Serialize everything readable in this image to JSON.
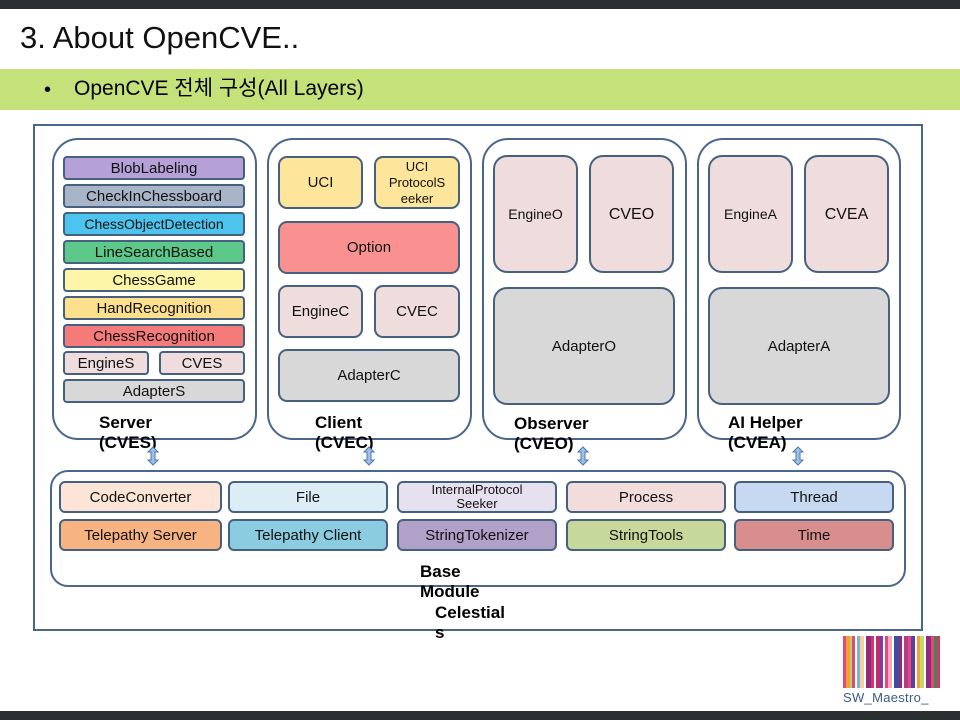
{
  "slide": {
    "title": "3. About OpenCVE..",
    "subtitle_bullet": "•",
    "subtitle": "OpenCVE 전체 구성(All Layers)"
  },
  "groups": {
    "server": {
      "label": "Server\n(CVES)",
      "label_line1": "Server",
      "label_line2": "(CVES)",
      "modules": [
        {
          "name": "BlobLabeling",
          "color": "#b5a0d8"
        },
        {
          "name": "CheckInChessboard",
          "color": "#a8b4c8"
        },
        {
          "name": "ChessObjectDetection",
          "color": "#4cc4ee"
        },
        {
          "name": "LineSearchBased",
          "color": "#5cc98a"
        },
        {
          "name": "ChessGame",
          "color": "#fdf6a8"
        },
        {
          "name": "HandRecognition",
          "color": "#fde08e"
        },
        {
          "name": "ChessRecognition",
          "color": "#f57b7b"
        },
        {
          "name": "EngineS",
          "color": "#efdcdc"
        },
        {
          "name": "CVES",
          "color": "#efdcdc"
        },
        {
          "name": "AdapterS",
          "color": "#d8d8d8"
        }
      ]
    },
    "client": {
      "label_line1": "Client",
      "label_line2": "(CVEC)",
      "modules": [
        {
          "name": "UCI",
          "color": "#fde69b"
        },
        {
          "name": "UCI ProtocolS eeker",
          "lines": [
            "UCI",
            "ProtocolS",
            "eeker"
          ],
          "color": "#fde69b"
        },
        {
          "name": "Option",
          "color": "#f99191"
        },
        {
          "name": "EngineC",
          "color": "#efdcdc"
        },
        {
          "name": "CVEC",
          "color": "#efdcdc"
        },
        {
          "name": "AdapterC",
          "color": "#d8d8d8"
        }
      ]
    },
    "observer": {
      "label_line1": "Observer",
      "label_line2": "(CVEO)",
      "modules": [
        {
          "name": "EngineO",
          "color": "#efdcdc"
        },
        {
          "name": "CVEO",
          "color": "#efdcdc"
        },
        {
          "name": "AdapterO",
          "color": "#d8d8d8"
        }
      ]
    },
    "ai_helper": {
      "label_line1": "AI Helper",
      "label_line2": "(CVEA)",
      "modules": [
        {
          "name": "EngineA",
          "color": "#efdcdc"
        },
        {
          "name": "CVEA",
          "color": "#efdcdc"
        },
        {
          "name": "AdapterA",
          "color": "#d8d8d8"
        }
      ]
    }
  },
  "base_module": {
    "label_line1": "Base",
    "label_line2": "Module",
    "modules": [
      {
        "name": "CodeConverter",
        "color": "#fce5d6"
      },
      {
        "name": "File",
        "color": "#dcedf5"
      },
      {
        "name": "InternalProtocol Seeker",
        "lines": [
          "InternalProtocol",
          "Seeker"
        ],
        "color": "#e6e1ee"
      },
      {
        "name": "Process",
        "color": "#f3dcdc"
      },
      {
        "name": "Thread",
        "color": "#c6d9f0"
      },
      {
        "name": "Telepathy Server",
        "color": "#f8b382"
      },
      {
        "name": "Telepathy Client",
        "color": "#8ccce0"
      },
      {
        "name": "StringTokenizer",
        "color": "#b1a0c8"
      },
      {
        "name": "StringTools",
        "color": "#c6d99b"
      },
      {
        "name": "Time",
        "color": "#d98e8e"
      }
    ]
  },
  "frame_label": {
    "line1": "Celestial",
    "line2": "s"
  },
  "logo": {
    "text": "SW_Maestro_",
    "stripes": [
      "#e24a7a",
      "#f2a03c",
      "#b8d16a",
      "#e24a7a",
      "#ffffff",
      "#7bb3d9",
      "#f2d2a0",
      "#ffffff",
      "#8e2b7c",
      "#d7336b",
      "#ffffff",
      "#c42b6a",
      "#7b3fa0",
      "#ffffff",
      "#e24a7a",
      "#f5a8c0",
      "#ffffff",
      "#3b4fa0",
      "#8e2b7c",
      "#ffffff",
      "#b43c8a",
      "#e24a7a",
      "#5a3fa0",
      "#ffffff",
      "#f2a03c",
      "#c6d96a",
      "#ffffff",
      "#8e2b7c",
      "#e24a7a",
      "#3e8a4a",
      "#d7336b",
      "#ffffff"
    ]
  },
  "colors": {
    "frame_border": "#4a6688",
    "subtitle_band": "#c5e17a",
    "arrow": "#6f9ccb",
    "topbar": "#2b2f2f"
  }
}
